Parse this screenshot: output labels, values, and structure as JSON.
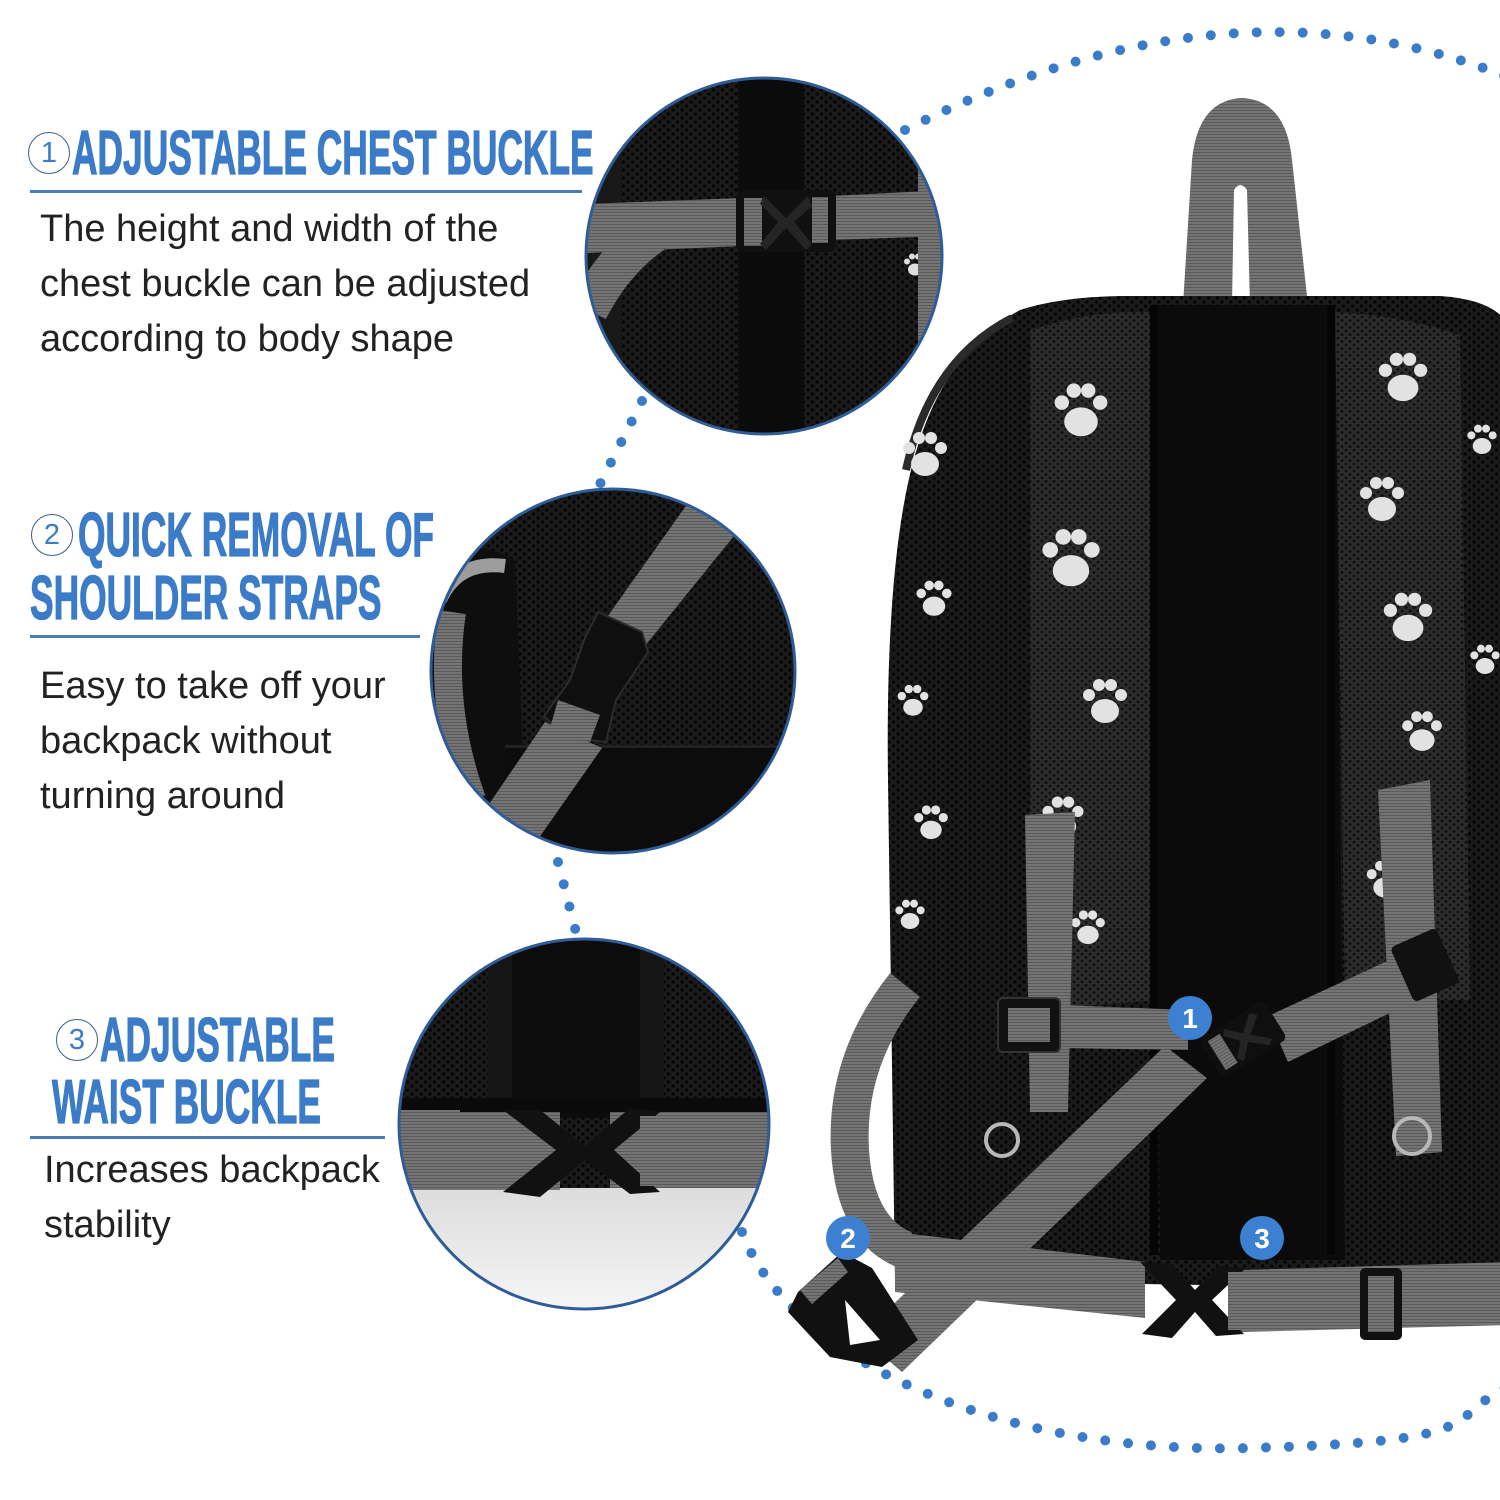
{
  "colors": {
    "background": "#ffffff",
    "accent": "#3b7bc8",
    "divider": "#4a7db3",
    "marker_ring": "#3d5f8a",
    "body_text": "#222222",
    "dots": "#3a7cc9",
    "inset_border": "#2e5c98",
    "badge_fill": "#3d80d1",
    "badge_text": "#ffffff",
    "strap_gray": "#717171",
    "backpack_black": "#141414",
    "paw_print": "#e2e2e2"
  },
  "features": [
    {
      "number": "1",
      "title_lines": [
        "ADJUSTABLE CHEST BUCKLE"
      ],
      "description_lines": [
        "The height and width of the",
        "chest buckle can be adjusted",
        "according to body shape"
      ]
    },
    {
      "number": "2",
      "title_lines": [
        "QUICK REMOVAL OF",
        "SHOULDER STRAPS"
      ],
      "description_lines": [
        "Easy to take off your",
        "backpack without",
        "turning around"
      ]
    },
    {
      "number": "3",
      "title_lines": [
        "ADJUSTABLE",
        "WAIST BUCKLE"
      ],
      "description_lines": [
        "Increases backpack",
        "stability"
      ]
    }
  ],
  "badges": [
    {
      "label": "1"
    },
    {
      "label": "2"
    },
    {
      "label": "3"
    }
  ]
}
